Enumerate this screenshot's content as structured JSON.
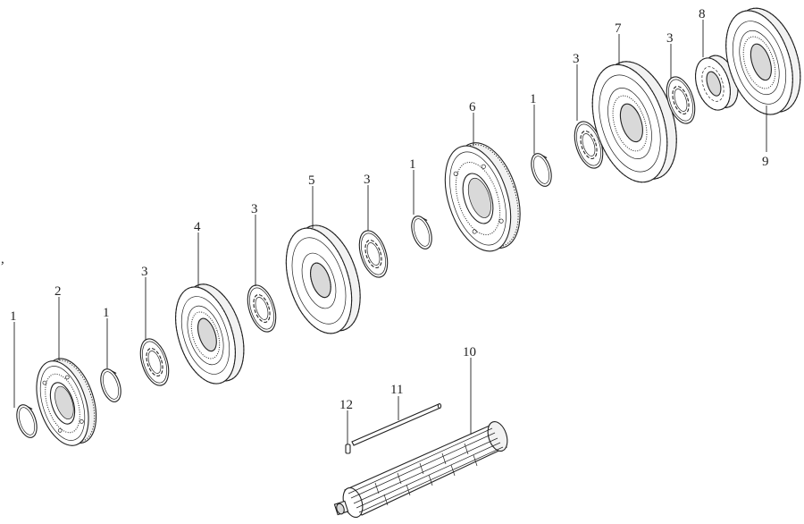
{
  "labels": {
    "p1": "1",
    "p2": "2",
    "p3": "3",
    "p4": "4",
    "p5": "5",
    "p6": "6",
    "p7": "7",
    "p8": "8",
    "p9": "9",
    "p10": "10",
    "p11": "11",
    "p12": "12"
  },
  "stray_mark": ","
}
